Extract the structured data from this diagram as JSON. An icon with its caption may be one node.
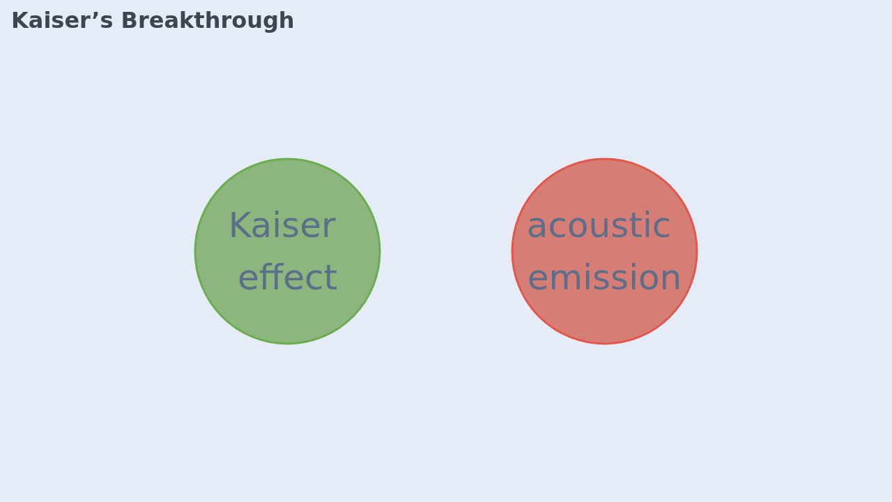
{
  "diagram": {
    "title": "Kaiser’s Breakthrough",
    "nodes": [
      {
        "text": [
          "Kaiser effect"
        ]
      },
      {
        "text": [
          "acoustic emission"
        ]
      }
    ]
  }
}
